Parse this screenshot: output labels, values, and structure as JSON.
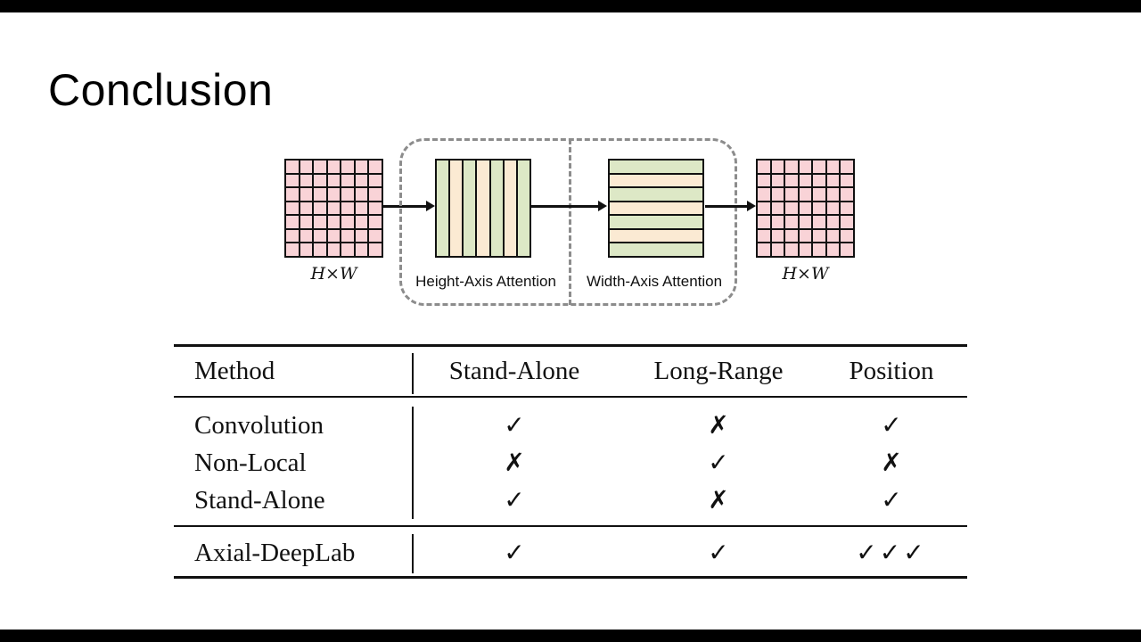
{
  "slide": {
    "title": "Conclusion"
  },
  "diagram": {
    "input_label": "H×W",
    "output_label": "H×W",
    "height_block_label": "Height-Axis Attention",
    "width_block_label": "Width-Axis Attention",
    "grid_rows": 7,
    "grid_cols": 7,
    "stripe_count": 7,
    "colors": {
      "cell_pink": "#f9d3d7",
      "stripe_green": "#dde8c6",
      "stripe_cream": "#fbead3",
      "line_black": "#111111",
      "dashed_gray": "#8c8c8c"
    }
  },
  "table": {
    "headers": [
      "Method",
      "Stand-Alone",
      "Long-Range",
      "Position"
    ],
    "rows": [
      {
        "method": "Convolution",
        "marks": [
          "✓",
          "✗",
          "✓"
        ]
      },
      {
        "method": "Non-Local",
        "marks": [
          "✗",
          "✓",
          "✗"
        ]
      },
      {
        "method": "Stand-Alone",
        "marks": [
          "✓",
          "✗",
          "✓"
        ]
      }
    ],
    "footer": {
      "method": "Axial-DeepLab",
      "marks": [
        "✓",
        "✓",
        "✓✓✓"
      ]
    }
  }
}
